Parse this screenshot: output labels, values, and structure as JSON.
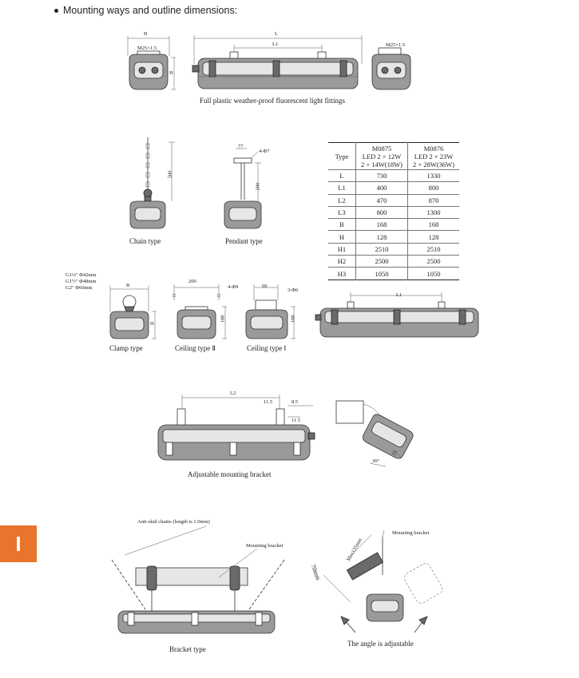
{
  "heading": "Mounting ways and outline dimensions:",
  "side_tab": "I",
  "captions": {
    "fitting": "Full plastic weather-proof fluorescent light fittings",
    "chain": "Chain type",
    "pendant": "Pendant type",
    "clamp": "Clamp type",
    "ceiling2": "Ceiling type Ⅱ",
    "ceiling1": "Ceiling type Ⅰ",
    "adjustable": "Adjustable mounting bracket",
    "bracket": "Bracket type",
    "angle": "The angle is adjustable"
  },
  "labels": {
    "B": "B",
    "H": "H",
    "L": "L",
    "L1": "L1",
    "L2": "L2",
    "M25": "M25×1.5",
    "d500": "500",
    "d200": "200",
    "d77": "77",
    "phi7": "4-Φ7",
    "phi9": "4-Φ9",
    "phi6": "3-Φ6",
    "d188a": "188",
    "d188b": "188",
    "d200w": "200",
    "d60": "60",
    "d115a": "11.5",
    "d85": "8.5",
    "d115b": "11.5",
    "d30": "30°",
    "d15": "15",
    "clamp1": "G1¼\" Φ42mm",
    "clamp2": "G1½\" Φ48mm",
    "clamp3": "G2\" Φ60mm",
    "antiskid": "Anti-skid chains (length is 1.0mm)",
    "mount1": "Mounting bracket",
    "mount2": "Mounting bracket",
    "max135": "Max135mm",
    "d70": "70mm"
  },
  "table": {
    "header": {
      "type": "Type",
      "col1": [
        "M0875",
        "LED 2 × 12W",
        "2 × 14W(18W)"
      ],
      "col2": [
        "M0876",
        "LED 2 × 23W",
        "2 × 28W(36W)"
      ]
    },
    "rows": [
      {
        "label": "L",
        "v1": "730",
        "v2": "1330"
      },
      {
        "label": "L1",
        "v1": "400",
        "v2": "800"
      },
      {
        "label": "L2",
        "v1": "470",
        "v2": "870"
      },
      {
        "label": "L3",
        "v1": "800",
        "v2": "1300"
      },
      {
        "label": "B",
        "v1": "168",
        "v2": "168"
      },
      {
        "label": "H",
        "v1": "128",
        "v2": "128"
      },
      {
        "label": "H1",
        "v1": "2510",
        "v2": "2510"
      },
      {
        "label": "H2",
        "v1": "2500",
        "v2": "2500"
      },
      {
        "label": "H3",
        "v1": "1050",
        "v2": "1050"
      }
    ]
  }
}
